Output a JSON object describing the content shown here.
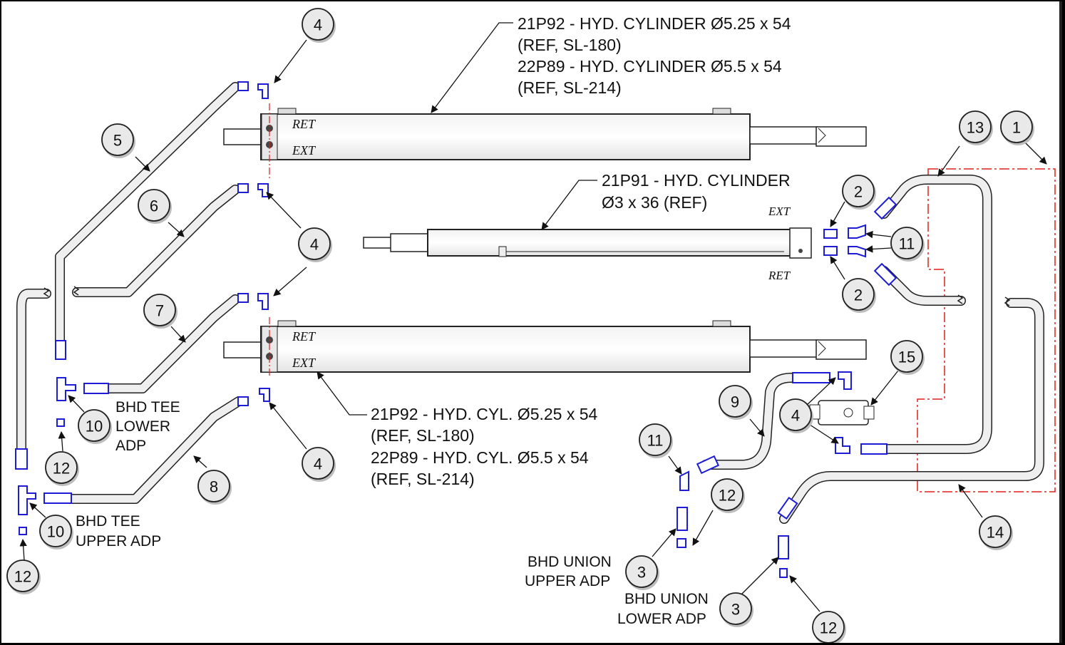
{
  "callouts": {
    "cyl_top_line1": "21P92 - HYD. CYLINDER Ø5.25 x 54",
    "cyl_top_line2": "(REF, SL-180)",
    "cyl_top_line3": "22P89 - HYD. CYLINDER Ø5.5 x 54",
    "cyl_top_line4": "(REF, SL-214)",
    "cyl_mid_line1": "21P91 - HYD. CYLINDER",
    "cyl_mid_line2": "Ø3  x 36 (REF)",
    "cyl_bot_line1": "21P92 - HYD. CYL. Ø5.25 x 54",
    "cyl_bot_line2": "(REF, SL-180)",
    "cyl_bot_line3": "22P89 - HYD. CYL. Ø5.5 x 54",
    "cyl_bot_line4": "(REF, SL-214)",
    "bhd_tee_lower_1": "BHD TEE",
    "bhd_tee_lower_2": "LOWER",
    "bhd_tee_lower_3": "ADP",
    "bhd_tee_upper_1": "BHD TEE",
    "bhd_tee_upper_2": "UPPER ADP",
    "bhd_union_upper_1": "BHD UNION",
    "bhd_union_upper_2": "UPPER ADP",
    "bhd_union_lower_1": "BHD UNION",
    "bhd_union_lower_2": "LOWER ADP"
  },
  "port_labels": {
    "ret": "RET",
    "ext": "EXT"
  },
  "balloons": [
    "4",
    "5",
    "6",
    "4",
    "7",
    "4",
    "4",
    "8",
    "10",
    "12",
    "10",
    "12",
    "13",
    "1",
    "2",
    "11",
    "2",
    "15",
    "4",
    "9",
    "11",
    "12",
    "3",
    "3",
    "12",
    "14"
  ],
  "colors": {
    "fitting": "#1d1dd6",
    "hose_fill": "#efefef",
    "outline": "#222222",
    "phantom": "#e0201a"
  }
}
